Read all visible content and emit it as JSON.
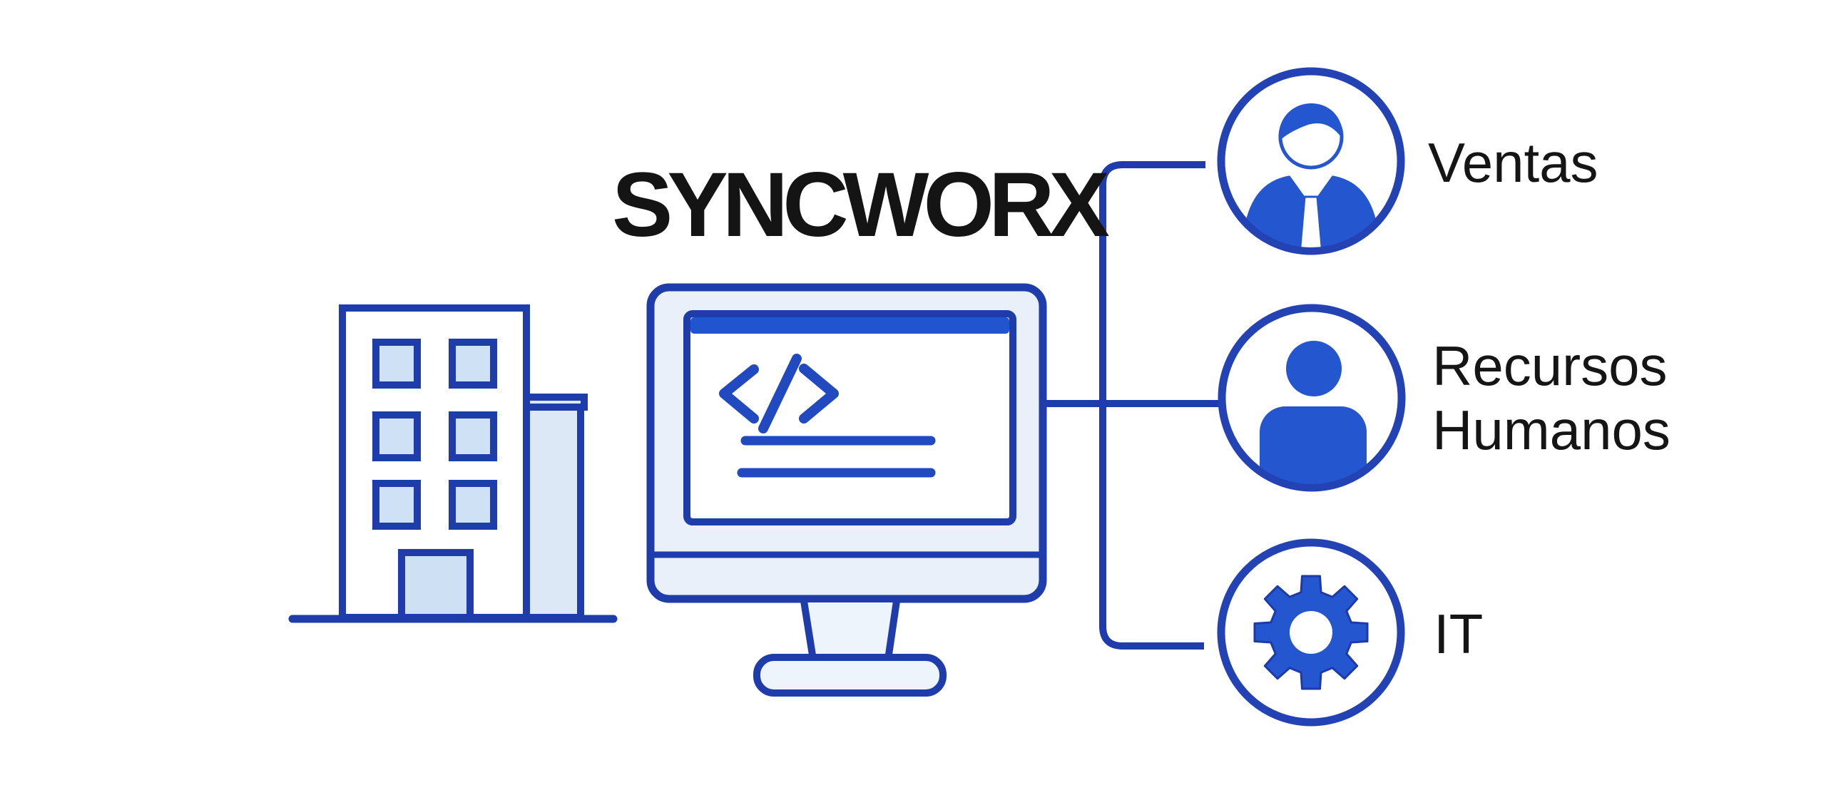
{
  "title": "SYNCWORX",
  "diagram": {
    "type": "org-flow-diagram",
    "source": {
      "building_icon": "office-building-icon",
      "monitor_icon": "code-monitor-icon",
      "monitor_glyph": "</>"
    },
    "branches": [
      {
        "id": "ventas",
        "label": "Ventas",
        "icon": "salesperson-icon"
      },
      {
        "id": "recursos-humanos",
        "label": "Recursos Humanos",
        "icon": "person-icon"
      },
      {
        "id": "it",
        "label": "IT",
        "icon": "gear-icon"
      }
    ]
  },
  "colors": {
    "outline_blue": "#1e3dab",
    "connector_blue": "#1f3cad",
    "solid_icon_blue": "#2356cf",
    "titlebar_blue": "#2154cf",
    "bezel_light": "#e9f0fa",
    "window_light": "#cfe2f5",
    "door_light": "#cde0f4",
    "tower_light": "#dce8f6",
    "text_black": "#141414",
    "background": "#ffffff"
  }
}
